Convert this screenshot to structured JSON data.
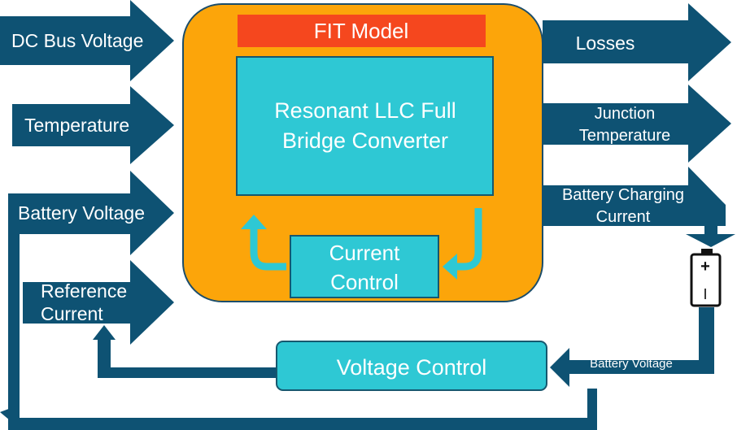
{
  "colors": {
    "arrow": "#0e5273",
    "frame": "#fca50a",
    "frame_border": "#1b4d6b",
    "header": "#f5471e",
    "box": "#2ec8d4",
    "box_border": "#16586f",
    "battery": "#111111"
  },
  "fit_model_label": "FIT Model",
  "converter": {
    "line1": "Resonant LLC Full",
    "line2": "Bridge Converter"
  },
  "current_control": {
    "line1": "Current",
    "line2": "Control"
  },
  "voltage_control": "Voltage Control",
  "inputs": {
    "dc_bus_voltage": "DC Bus Voltage",
    "temperature": "Temperature",
    "battery_voltage": "Battery Voltage",
    "reference_current": {
      "line1": "Reference",
      "line2": "Current"
    }
  },
  "outputs": {
    "losses": "Losses",
    "junction_temperature": {
      "line1": "Junction",
      "line2": "Temperature"
    },
    "battery_charging_current": {
      "line1": "Battery Charging",
      "line2": "Current"
    }
  },
  "feedback_label": "Battery Voltage",
  "battery": {
    "plus": "+",
    "minus": "I",
    "icon": "battery-icon"
  }
}
